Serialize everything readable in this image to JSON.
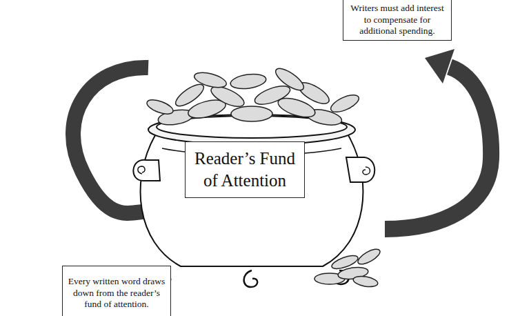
{
  "diagram": {
    "nodes": [
      {
        "text": [
          "Writers must add interest to compensate for additional spending."
        ]
      },
      {
        "text": [
          "Reader’s Fund of Attention"
        ]
      },
      {
        "text": [
          "Every written word draws down from the reader’s fund of attention."
        ]
      }
    ]
  }
}
